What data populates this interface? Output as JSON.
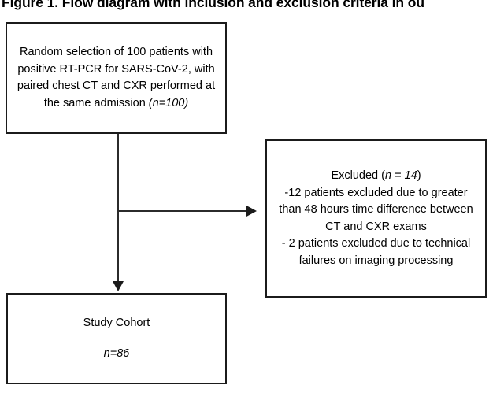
{
  "figure": {
    "title": "Figure 1. Flow diagram with inclusion and exclusion criteria in ou"
  },
  "diagram": {
    "type": "flowchart",
    "nodes": [
      {
        "id": "source",
        "label": "Random selection of 100 patients with positive RT-PCR for SARS-CoV-2, with paired chest CT and CXR performed at the same admission",
        "text_plain": "Random selection of 100 patients with positive RT-PCR for SARS-CoV-2, with paired chest CT and CXR performed at the same admission (n=100)",
        "count_label": "(n=100)",
        "count_value": 100
      },
      {
        "id": "excluded",
        "heading": "Excluded (n = 14)",
        "count_label": "n = 14",
        "count_value": 14,
        "reasons": [
          "-12 patients excluded due to greater than 48 hours time difference between CT and CXR exams",
          "- 2 patients excluded due to technical failures on imaging processing"
        ],
        "reason_counts": [
          12,
          2
        ]
      },
      {
        "id": "cohort",
        "title": "Study Cohort",
        "count_label": "n=86",
        "count_value": 86
      }
    ],
    "edges": [
      {
        "from": "source",
        "to": "cohort",
        "direction": "down"
      },
      {
        "from": "source",
        "to": "excluded",
        "direction": "right"
      }
    ],
    "colors": {
      "background": "#ffffff",
      "border": "#1b1b1b",
      "text": "#000000",
      "connector": "#2b2b2b"
    }
  }
}
